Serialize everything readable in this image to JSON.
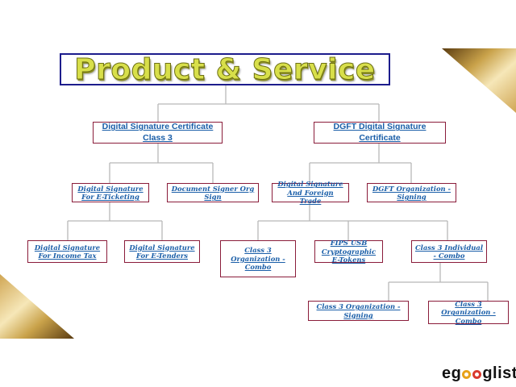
{
  "title": "Product & Service",
  "nodes": {
    "dsc_class3": "Digital Signature Certificate Class 3",
    "dgft_dsc": "DGFT Digital Signature Certificate",
    "ds_eticketing": "Digital Signature For E-Ticketing",
    "doc_signer": "Document Signer Org Sign",
    "ds_foreign_trade": "Digital Signature And Foreign Trade",
    "dgft_org_signing": "DGFT Organization - Signing",
    "ds_income_tax": "Digital Signature For Income Tax",
    "ds_etenders": "Digital Signature For E-Tenders",
    "class3_org_combo": "Class 3 Organization - Combo",
    "fips_usb": "FIPS USB Cryptographic E-Tokens",
    "class3_individual_combo": "Class 3 Individual - Combo",
    "class3_org_signing": "Class 3 Organization - Signing",
    "class3_org_combo_2": "Class 3 Organization - Combo"
  },
  "brand": {
    "prefix": "eg",
    "suffix": "glist"
  },
  "colors": {
    "link": "#1a5ea8",
    "node_border": "#8a1c3a",
    "title_fill": "#d8df4a",
    "title_border": "#1c1c8c",
    "connector": "#b8b8b8",
    "corner_gold": "#c9a24a"
  }
}
